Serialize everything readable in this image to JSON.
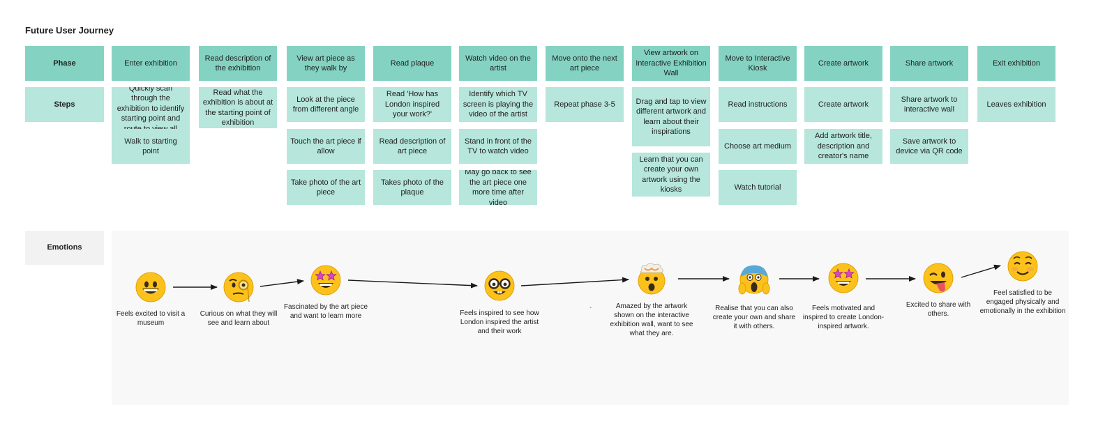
{
  "title": "Future User Journey",
  "headers": {
    "phase": "Phase",
    "steps": "Steps",
    "emotions": "Emotions"
  },
  "columns": [
    {
      "phase": "Enter exhibition",
      "steps": [
        "Quickly scan through the exhibition to identify starting point and route to view all display",
        "Walk to starting point"
      ]
    },
    {
      "phase": "Read description of the exhibition",
      "steps": [
        "Read what the exhibition is about at the starting point of exhibition"
      ]
    },
    {
      "phase": "View art piece as they walk by",
      "steps": [
        "Look at the piece from different angle",
        "Touch the art piece if allow",
        "Take photo of the art piece"
      ]
    },
    {
      "phase": "Read plaque",
      "steps": [
        "Read 'How has London inspired your work?'",
        "Read description of art piece",
        "Takes photo of the plaque"
      ]
    },
    {
      "phase": "Watch video on the artist",
      "steps": [
        "Identify which TV screen is playing the video of the artist",
        "Stand in front of the TV to watch video",
        "May go back to see the art piece one more time after video"
      ]
    },
    {
      "phase": "Move onto the next art piece",
      "steps": [
        "Repeat phase 3-5"
      ]
    },
    {
      "phase": "View artwork on Interactive Exhibition Wall",
      "steps": [
        "Drag and tap to view different artwork and learn about their inspirations",
        "Learn that you can create your own artwork using the kiosks"
      ]
    },
    {
      "phase": "Move to Interactive Kiosk",
      "steps": [
        "Read instructions",
        "Choose art medium",
        "Watch tutorial"
      ]
    },
    {
      "phase": "Create artwork",
      "steps": [
        "Create artwork",
        "Add artwork title, description and creator's name"
      ]
    },
    {
      "phase": "Share artwork",
      "steps": [
        "Share artwork to interactive wall",
        "Save artwork to device via QR code"
      ]
    },
    {
      "phase": "Exit exhibition",
      "steps": [
        "Leaves exhibition"
      ]
    }
  ],
  "emotions": [
    {
      "emoji": "grinning-face-icon",
      "text": "Feels excited to visit a museum"
    },
    {
      "emoji": "face-with-monocle-icon",
      "text": "Curious on what they will see and learn about"
    },
    {
      "emoji": "star-struck-icon",
      "text": "Fascinated by the art piece and want to learn more"
    },
    {
      "emoji": "nerd-face-icon",
      "text": "Feels inspired to see how London inspired the artist and their work"
    },
    {
      "emoji": "exploding-head-icon",
      "text": "Amazed by the artwork shown on the interactive exhibition wall, want to see what they are."
    },
    {
      "emoji": "face-screaming-icon",
      "text": "Realise that you can also create your own and share it with others."
    },
    {
      "emoji": "star-struck-icon",
      "text": "Feels motivated and inspired to create London-inspired artwork."
    },
    {
      "emoji": "winking-tongue-icon",
      "text": "Excited to share with others."
    },
    {
      "emoji": "smiling-face-icon",
      "text": "Feel satisfied to be engaged physically and emotionally in the exhibition"
    }
  ],
  "stray_mark": "`",
  "colors": {
    "phase": "#84d3c2",
    "step": "#b6e6dc",
    "emoji_yellow": "#fcc21b",
    "emoji_outline": "#e2a007",
    "arrow": "#1a1a1a"
  }
}
